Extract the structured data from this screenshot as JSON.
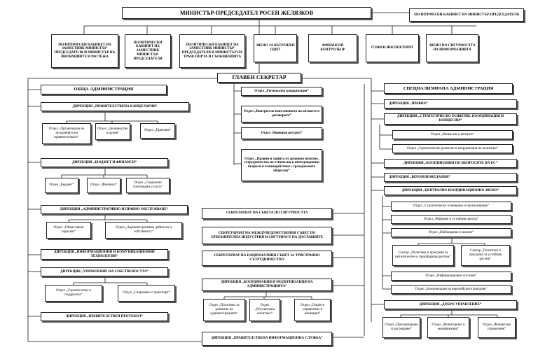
{
  "nodes": {
    "pm": "МИНИСТЪР-ПРЕДСЕДАТЕЛ РОСЕН ЖЕЛЯЗКОВ",
    "pm_cabinet": "ПОЛИТИЧЕСКИ КАБИНЕТ НА МИНИСТЪР-ПРЕДСЕДАТЕЛЯ",
    "pc_dpm_innov": "ПОЛИТИЧЕСКИ КАБИНЕТ НА ЗАМЕСТНИК МИНИСТЪР-ПРЕДСЕДАТЕЛЯ И МИНИСТЪР НА ИНОВАЦИИТЕ И РАСТЕЖА",
    "pc_dpm": "ПОЛИТИЧЕСКИ КАБИНЕТ НА ЗАМЕСТНИК МИНИСТЪР-ПРЕДСЕДАТЕЛЯ",
    "pc_dpm_transport": "ПОЛИТИЧЕСКИ КАБИНЕТ НА ЗАМЕСТНИК МИНИСТЪР-ПРЕДСЕДАТЕЛЯ И МИНИСТЪР НА ТРАНСПОРТА И СЪОБЩЕНИЯТА",
    "internal_audit": "ЗВЕНО ЗА ВЪТРЕШЕН ОДИТ",
    "fin_controller": "ФИНАНСОВ КОНТРОЛЬОР",
    "chief_inspectorate": "ГЛАВЕН ИНСПЕКТОРАТ",
    "info_security": "ЗВЕНО ПО СИГУРНОСТТА НА ИНФОРМАЦИЯТА",
    "chief_secretary": "ГЛАВЕН СЕКРЕТАР",
    "general_admin": "ОБЩА АДМИНИСТРАЦИЯ",
    "specialized_admin": "СПЕЦИАЛИЗИРАНА АДМИНИСТРАЦИЯ",
    "c1": "Отдел „Регионална координация“",
    "c2": "Отдел „Контрол по изпълнението на актовете и договорите“",
    "c3": "Отдел „Човешки ресурси“",
    "c4": "Отдел „Правни и защита от домашно насилие, сътрудничество по етнически и интеграционни въпроси и взаимодействие с гражданското общество“",
    "sec1": "СЕКРЕТАРИАТ НА СЪВЕТА ПО СИГУРНОСТТА",
    "sec2": "СЕКРЕТАРИАТ НА МЕЖДУВЕДОМСТВЕНИЯ СЪВЕТ ПО ОТБРАНИТЕЛНА ИНДУСТРИЯ И СИГУРНОСТ НА ДОСТАВКИТЕ",
    "sec3": "СЕКРЕТАРИАТ НА НАЦИОНАЛНИЯ СЪВЕТ ЗА ТРИСТРАННО СЪТРУДНИЧЕСТВО",
    "dir_coord_mod": "ДИРЕКЦИЯ „КООРДИНАЦИЯ И МОДЕРНИЗАЦИЯ НА АДМИНИСТРАЦИЯТА“",
    "cm1": "Отдел „Политики за развитие на администрацията“",
    "cm2": "Отдел „Регулаторна политика“",
    "cm3": "Отдел „Открито управление и иновации“",
    "dir_gov_info": "ДИРЕКЦИЯ „ПРАВИТЕЛСТВЕНА ИНФОРМАЦИОННА СЛУЖБА“",
    "dir_chancery": "ДИРЕКЦИЯ „ПРАВИТЕЛСТВЕНА КАНЦЕЛАРИЯ“",
    "ch1": "Отдел „Организация на заседанията на правителството“",
    "ch2": "Отдел „Деловодство и архив“",
    "ch3": "Отдел „Приемна“",
    "dir_budget": "ДИРЕКЦИЯ „БЮДЖЕТ И ФИНАНСИ“",
    "bf1": "Отдел „Бюджет“",
    "bf2": "Отдел „Финанси“",
    "bf3": "Отдел „Споделени счетоводни услуги“",
    "dir_admin_legal": "ДИРЕКЦИЯ „АДМИНИСТРАТИВНО И ПРАВНО ОБСЛУЖВАНЕ“",
    "al1": "Отдел „Обществени поръчки“",
    "al2": "Отдел „Административни дейности и собственост“",
    "dir_ict": "ДИРЕКЦИЯ „ИНФОРМАЦИОННИ И КОМУНИКАЦИОННИ ТЕХНОЛОГИИ“",
    "dir_property": "ДИРЕКЦИЯ „УПРАВЛЕНИЕ НА СОБСТВЕНОСТТА“",
    "pr1": "Отдел „Строителство и поддръжка“",
    "pr2": "Отдел „Свързване и транспорт“",
    "dir_protocol": "ДИРЕКЦИЯ „ПРАВИТЕЛСТВЕН ПРОТОКОЛ“",
    "dir_legal": "ДИРЕКЦИЯ „ПРАВНА“",
    "dir_strategic": "ДИРЕКЦИЯ „СТРАТЕГИЧЕСКО РАЗВИТИЕ, КООРДИНАЦИЯ И КОНЦЕСИИ“",
    "st1": "Отдел „Концесии и контрол“",
    "st2": "Отдел „Стратегическо развитие и координация на политики“",
    "dir_eu": "ДИРЕКЦИЯ „КООРДИНАЦИЯ ПО ВЪПРОСИТЕ НА ЕС“",
    "dir_religion": "ДИРЕКЦИЯ „ВЕРОИЗПОВЕДАНИЯ“",
    "dir_central_coord": "ДИРЕКЦИЯ „ЦЕНТРАЛНО КООРДИНАЦИОННО ЗВЕНО“",
    "cc1": "Отдел „Стратегическо планиране и програмиране“",
    "cc2": "Отдел „Реформи и устойчив преход“",
    "cc3": "Отдел „Наблюдение и анализ“",
    "cc3a": "Сектор „Политики и програми за интелигентен и приобщаващ растеж“",
    "cc3b": "Сектор „Политики и програми за устойчив растеж“",
    "cc4": "Отдел „Информационни системи“",
    "cc5": "Отдел „Комуникация на европейските фондове“",
    "dir_good_gov": "ДИРЕКЦИЯ „ДОБРО УПРАВЛЕНИЕ“",
    "gg1": "Отдел „Програмиране и договаряне“",
    "gg2": "Отдел „Мониторинг и верификация“",
    "gg3": "Отдел „Финансово управление“"
  }
}
